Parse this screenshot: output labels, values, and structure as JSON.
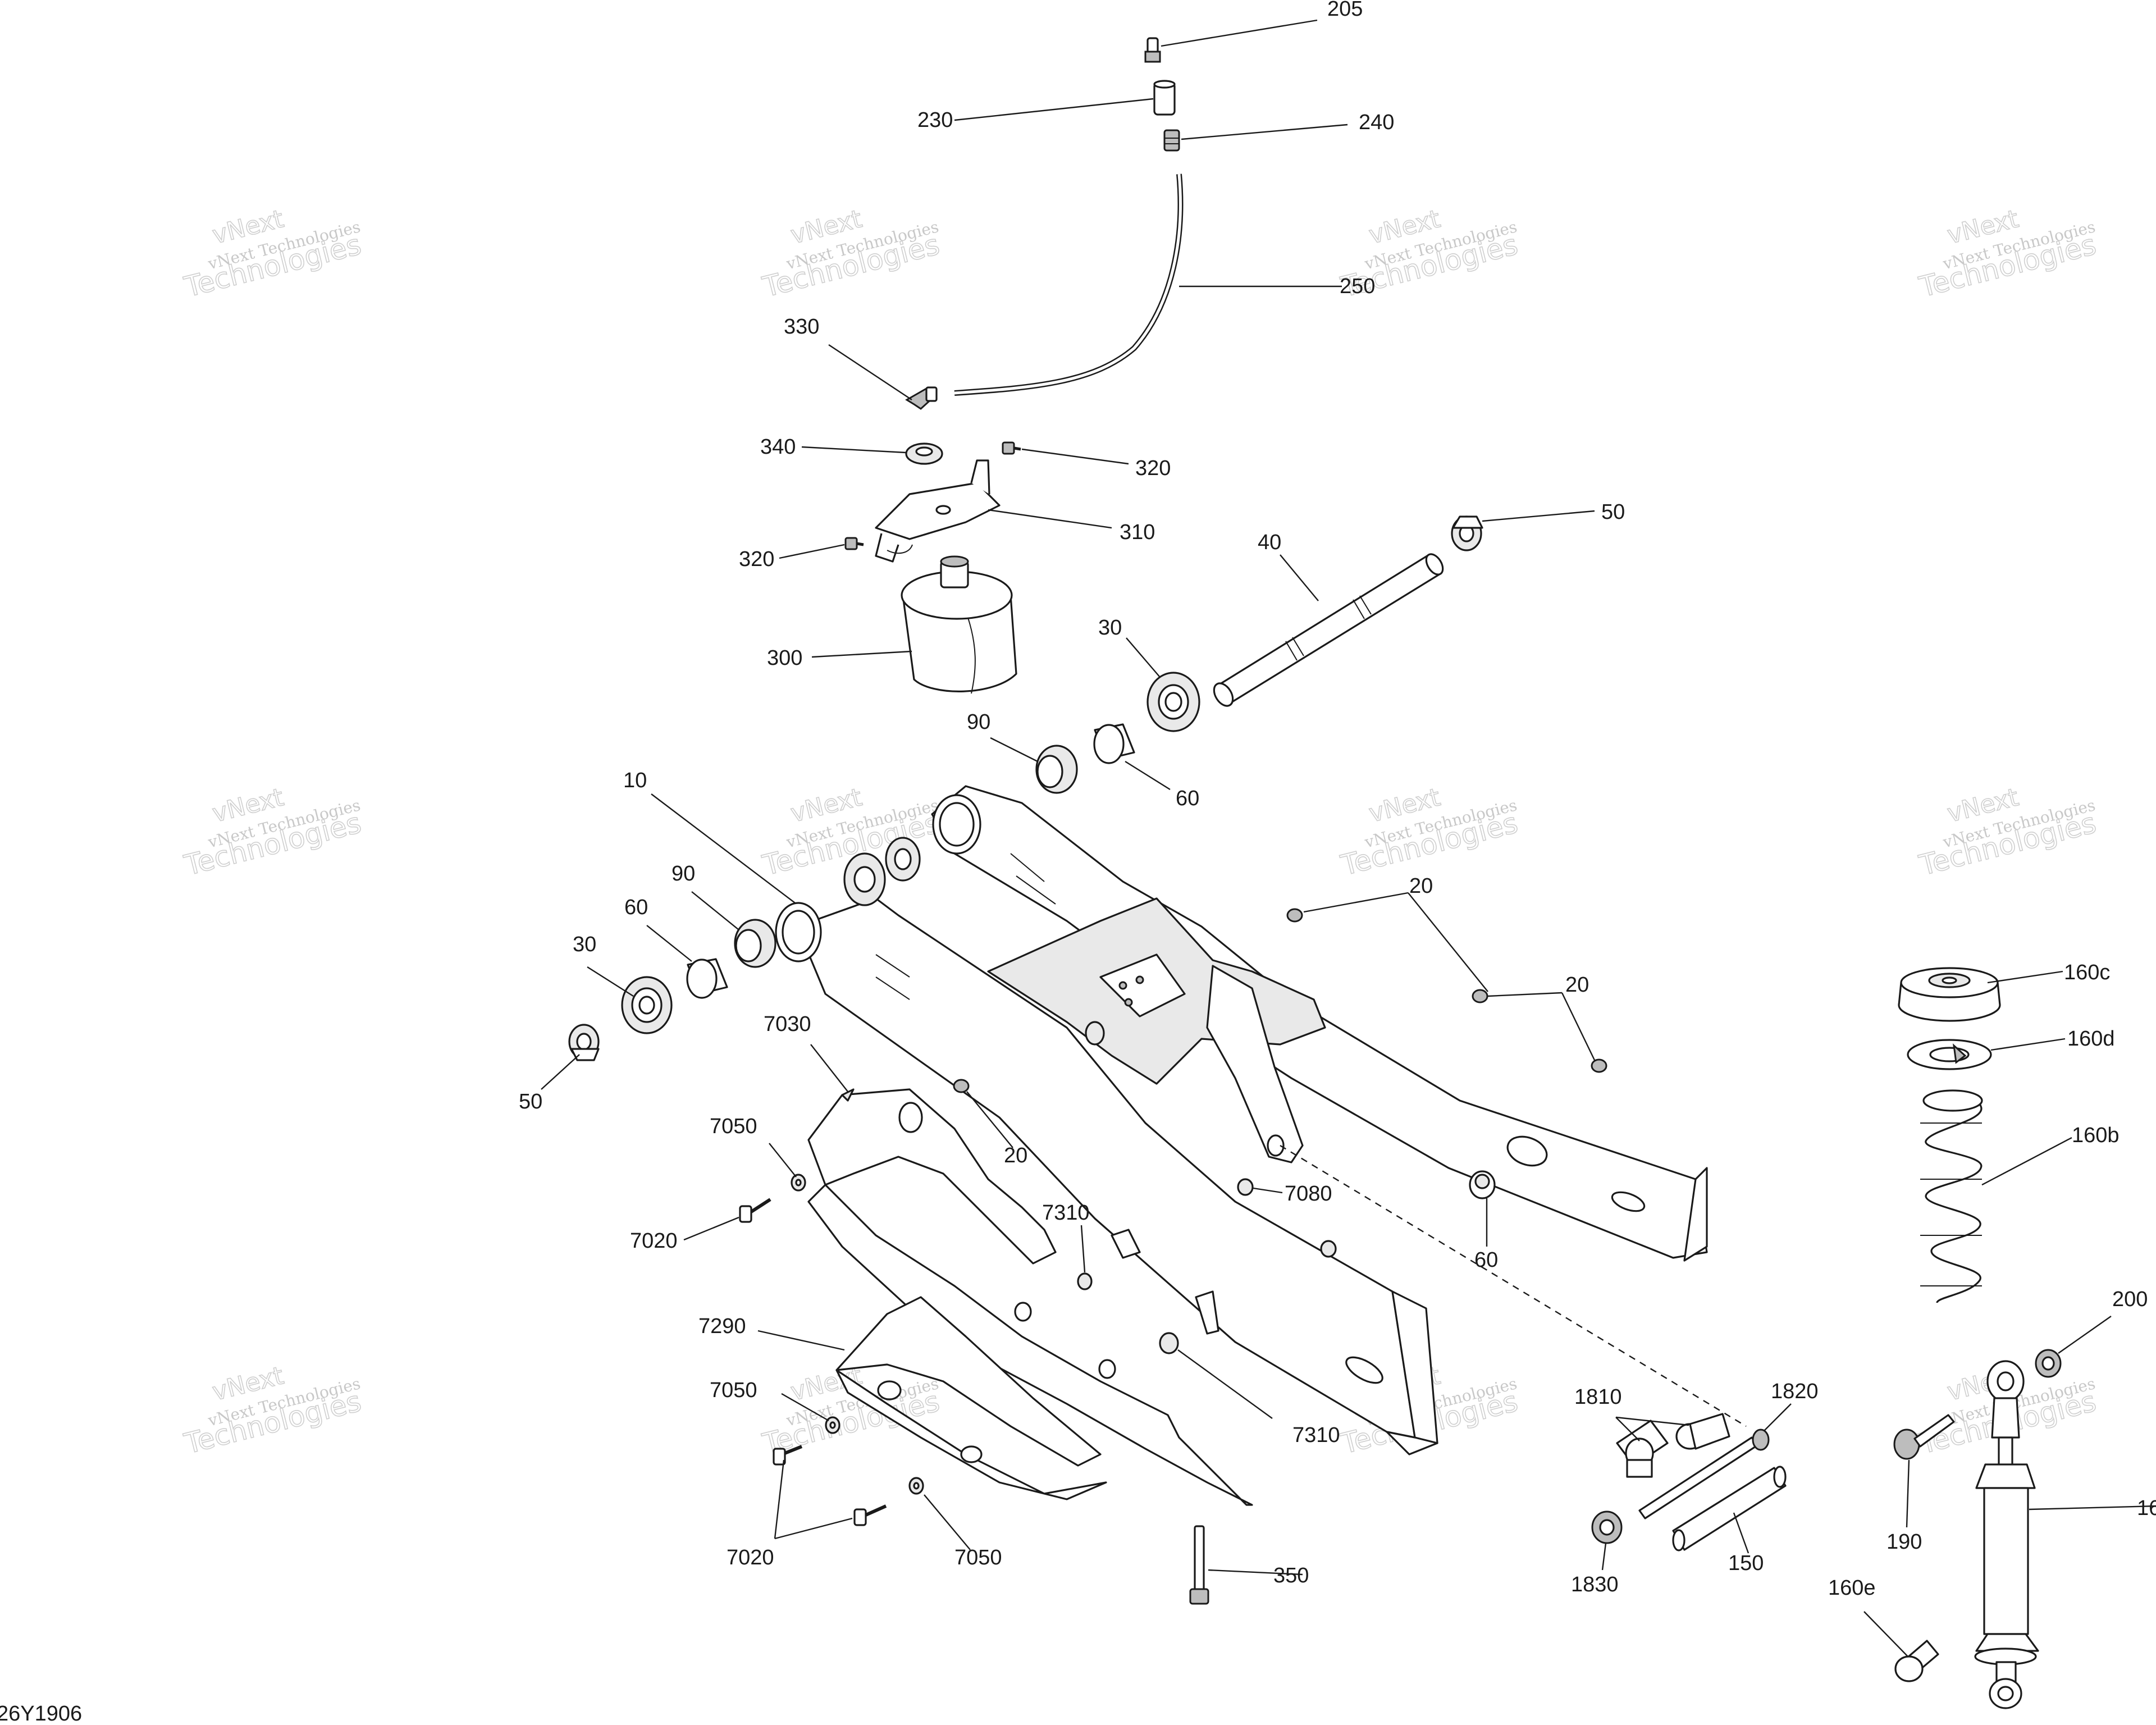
{
  "diagram": {
    "code": "26Y1906",
    "watermark": {
      "small": "vNext Technologies",
      "line1": "vNext",
      "line2": "Technologies"
    },
    "labels": {
      "p205": "205",
      "p230": "230",
      "p240": "240",
      "p250": "250",
      "p330": "330",
      "p340": "340",
      "p320a": "320",
      "p320b": "320",
      "p310": "310",
      "p300": "300",
      "p40": "40",
      "p50a": "50",
      "p30a": "30",
      "p90a": "90",
      "p60a": "60",
      "p10": "10",
      "p90b": "90",
      "p60b": "60",
      "p30b": "30",
      "p50b": "50",
      "p20a": "20",
      "p20b": "20",
      "p20c": "20",
      "p7030": "7030",
      "p7050a": "7050",
      "p7020a": "7020",
      "p7310a": "7310",
      "p7080": "7080",
      "p60c": "60",
      "p7290": "7290",
      "p7050b": "7050",
      "p7020b": "7020",
      "p7050c": "7050",
      "p7310b": "7310",
      "p350": "350",
      "p1810": "1810",
      "p1820": "1820",
      "p1830": "1830",
      "p150": "150",
      "p160c": "160c",
      "p160d": "160d",
      "p160b": "160b",
      "p200": "200",
      "p190": "190",
      "p160e": "160e",
      "p160": "16"
    }
  }
}
